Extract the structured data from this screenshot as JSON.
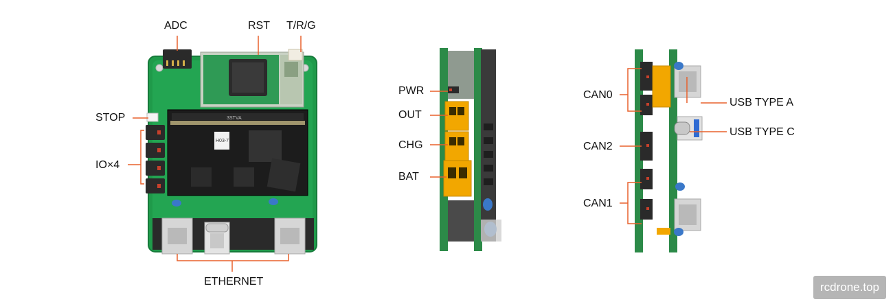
{
  "labels": {
    "adc": "ADC",
    "rst": "RST",
    "trg": "T/R/G",
    "stop": "STOP",
    "io": "IO×4",
    "ethernet": "ETHERNET",
    "pwr": "PWR",
    "out": "OUT",
    "chg": "CHG",
    "bat": "BAT",
    "can0": "CAN0",
    "can2": "CAN2",
    "can1": "CAN1",
    "usb_a": "USB TYPE A",
    "usb_c": "USB TYPE C"
  },
  "chip_text": {
    "module": "3STVA",
    "sticker": "H03-7"
  },
  "watermark": "rcdrone.top",
  "colors": {
    "callout": "#e8612c",
    "pcb": "#1f9a4a",
    "pcb_dark": "#157a3a",
    "connector": "#f2a700"
  }
}
